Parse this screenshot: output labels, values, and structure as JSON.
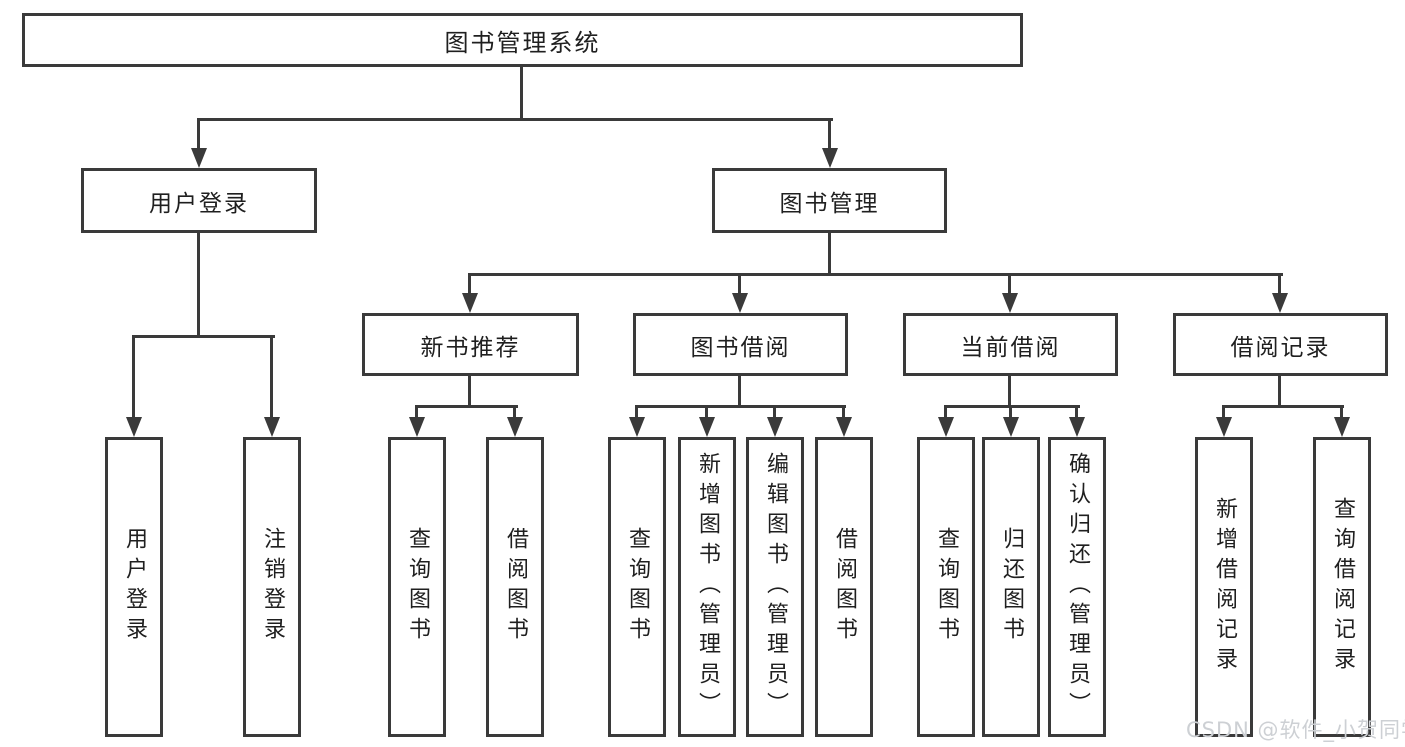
{
  "diagram": {
    "root": {
      "label": "图书管理系统"
    },
    "branches": [
      {
        "label": "用户登录",
        "children": [
          "用户登录",
          "注销登录"
        ]
      },
      {
        "label": "图书管理",
        "children": [
          {
            "label": "新书推荐",
            "children": [
              "查询图书",
              "借阅图书"
            ]
          },
          {
            "label": "图书借阅",
            "children": [
              "查询图书",
              "新增图书（管理员）",
              "编辑图书（管理员）",
              "借阅图书"
            ]
          },
          {
            "label": "当前借阅",
            "children": [
              "查询图书",
              "归还图书",
              "确认归还（管理员）"
            ]
          },
          {
            "label": "借阅记录",
            "children": [
              "新增借阅记录",
              "查询借阅记录"
            ]
          }
        ]
      }
    ]
  },
  "watermark": {
    "text": "CSDN @软件_小贺同学"
  },
  "colors": {
    "line": "#3a3a3a",
    "text": "#1f1f1f",
    "background": "#ffffff",
    "watermark": "#cdd0d4"
  }
}
